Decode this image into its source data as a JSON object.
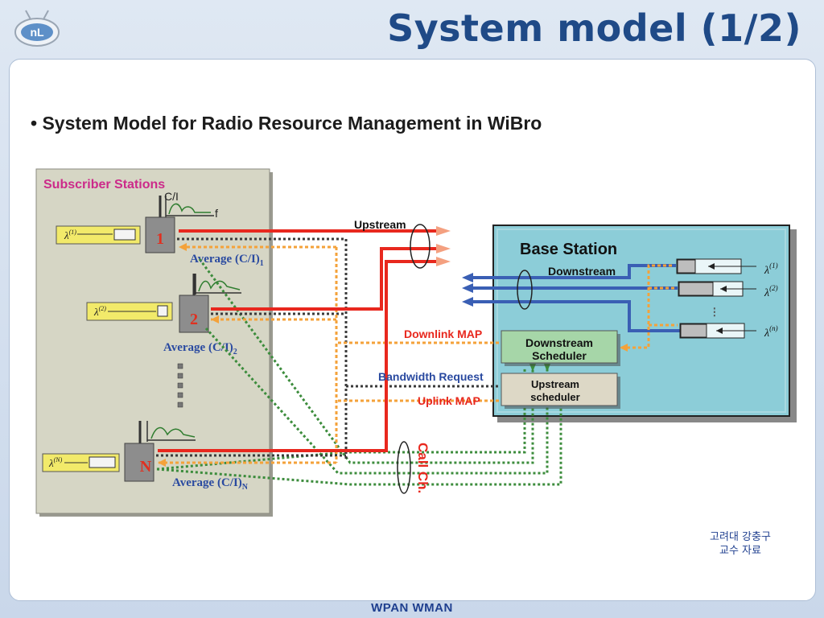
{
  "slide": {
    "title": "System model (1/2)",
    "bullet": "• System Model for Radio Resource Management in WiBro",
    "credit_line1": "고려대 강충구",
    "credit_line2": "교수 자료",
    "footer": "WPAN WMAN"
  },
  "diagram": {
    "subscriber_stations_label": "Subscriber Stations",
    "ci_label": "C/I",
    "f_label": "f",
    "station_numbers": [
      "1",
      "2",
      "N"
    ],
    "average_labels": [
      {
        "text": "Average (C/I)",
        "sub": "1"
      },
      {
        "text": "Average (C/I)",
        "sub": "2"
      },
      {
        "text": "Average (C/I)",
        "sub": "N"
      }
    ],
    "ss_queue_lambdas": [
      {
        "sym": "λ",
        "sup": "(1)"
      },
      {
        "sym": "λ",
        "sup": "(2)"
      },
      {
        "sym": "λ",
        "sup": "(N)"
      }
    ],
    "base_station_label": "Base Station",
    "upstream_label": "Upstream",
    "downstream_label": "Downstream",
    "downlink_map_label": "Downlink MAP",
    "bandwidth_request_label": "Bandwidth Request",
    "uplink_map_label": "Uplink MAP",
    "call_ch_label": "Call Ch.",
    "downstream_scheduler_line1": "Downstream",
    "downstream_scheduler_line2": "Scheduler",
    "upstream_scheduler_line1": "Upstream",
    "upstream_scheduler_line2": "scheduler",
    "bs_lambdas": [
      {
        "sym": "λ",
        "sup": "(1)"
      },
      {
        "sym": "λ",
        "sup": "(2)"
      },
      {
        "sym": "λ",
        "sup": "(n)"
      }
    ],
    "bs_ellipsis": "⁝"
  },
  "colors": {
    "title": "#1f4a87",
    "upstream_red": "#e8281e",
    "downstream_blue": "#3a5fb4",
    "map_orange": "#f4a23a",
    "request_dark": "#3a3a3a",
    "call_green": "#3c8c3c",
    "base_station_fill": "#8ccdd8",
    "ss_panel_fill": "#d6d6c5",
    "magenta_label": "#cc2a8a"
  }
}
